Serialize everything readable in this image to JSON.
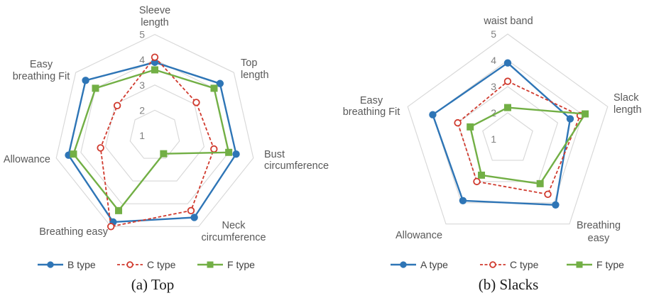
{
  "chart_data": [
    {
      "type": "radar",
      "caption": "(a) Top",
      "axes": [
        [
          "Sleeve",
          "length"
        ],
        [
          "Top",
          "length"
        ],
        [
          "Bust",
          "circumference"
        ],
        [
          "Neck",
          "circumference"
        ],
        [
          "Breathing easy"
        ],
        [
          "Allowance"
        ],
        [
          "Easy",
          "breathing Fit"
        ]
      ],
      "scale": {
        "min": 1,
        "max": 5,
        "tick_labels": [
          "1",
          "2",
          "3",
          "4",
          "5"
        ],
        "rings": [
          2,
          3,
          4,
          5
        ]
      },
      "grid_color": "#d8d8d8",
      "series": [
        {
          "name": "B type",
          "color": "#2E75B6",
          "line": "solid",
          "marker": "circle-filled",
          "values": [
            3.9,
            4.3,
            4.3,
            4.6,
            4.8,
            4.5,
            4.5
          ]
        },
        {
          "name": "C type",
          "color": "#D03A2E",
          "line": "dashed",
          "marker": "circle-open",
          "values": [
            4.1,
            3.1,
            3.4,
            4.3,
            5.0,
            3.2,
            2.9
          ]
        },
        {
          "name": "F type",
          "color": "#72AF45",
          "line": "solid",
          "marker": "square-filled",
          "values": [
            3.6,
            4.0,
            4.0,
            1.8,
            4.3,
            4.3,
            4.0
          ]
        }
      ],
      "legend_position": "bottom"
    },
    {
      "type": "radar",
      "caption": "(b) Slacks",
      "axes": [
        [
          "waist band"
        ],
        [
          "Slack",
          "length"
        ],
        [
          "Breathing",
          "easy"
        ],
        [
          "Allowance"
        ],
        [
          "Easy",
          "breathing Fit"
        ]
      ],
      "scale": {
        "min": 1,
        "max": 5,
        "tick_labels": [
          "1",
          "2",
          "3",
          "4",
          "5"
        ],
        "rings": [
          2,
          3,
          4,
          5
        ]
      },
      "grid_color": "#d8d8d8",
      "series": [
        {
          "name": "A type",
          "color": "#2E75B6",
          "line": "solid",
          "marker": "circle-filled",
          "values": [
            3.9,
            3.5,
            4.1,
            3.9,
            4.0
          ]
        },
        {
          "name": "C type",
          "color": "#D03A2E",
          "line": "dashed",
          "marker": "circle-open",
          "values": [
            3.2,
            3.9,
            3.6,
            3.0,
            3.0
          ]
        },
        {
          "name": "F type",
          "color": "#72AF45",
          "line": "solid",
          "marker": "square-filled",
          "values": [
            2.2,
            4.1,
            3.1,
            2.7,
            2.5
          ]
        }
      ],
      "legend_position": "bottom"
    }
  ],
  "text_colors": {
    "axis_label": "#595959",
    "tick_label": "#808080"
  }
}
